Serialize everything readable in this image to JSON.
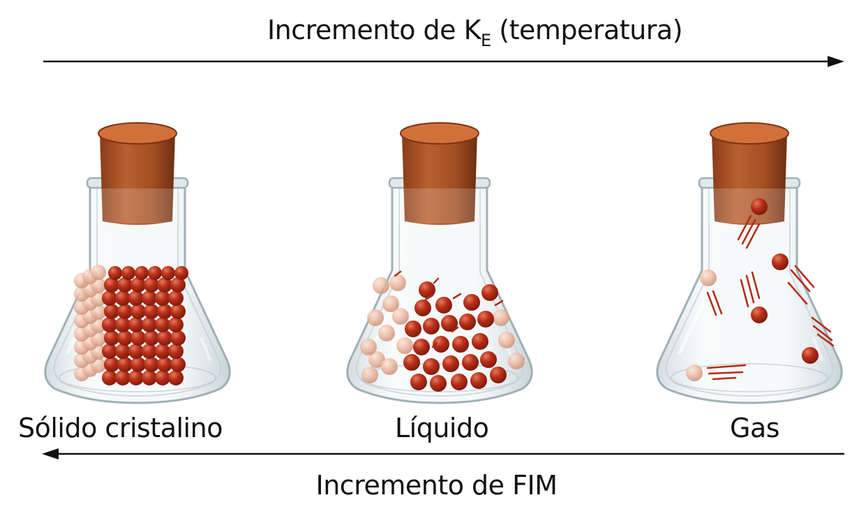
{
  "top_arrow": {
    "label_prefix": "Incremento de K",
    "label_subscript": "E",
    "label_suffix": " (temperatura)",
    "direction": "right"
  },
  "bottom_arrow": {
    "label": "Incremento de FIM",
    "direction": "left"
  },
  "flasks": [
    {
      "label": "Sólido cristalino",
      "state": "solid"
    },
    {
      "label": "Líquido",
      "state": "liquid"
    },
    {
      "label": "Gas",
      "state": "gas"
    }
  ],
  "colors": {
    "particle_dark": "#b32a14",
    "particle_light": "#e7b39a",
    "cork": "#b4592a",
    "cork_top": "#d06c33",
    "glass": "#e6edf0",
    "arrow": "#111111"
  }
}
